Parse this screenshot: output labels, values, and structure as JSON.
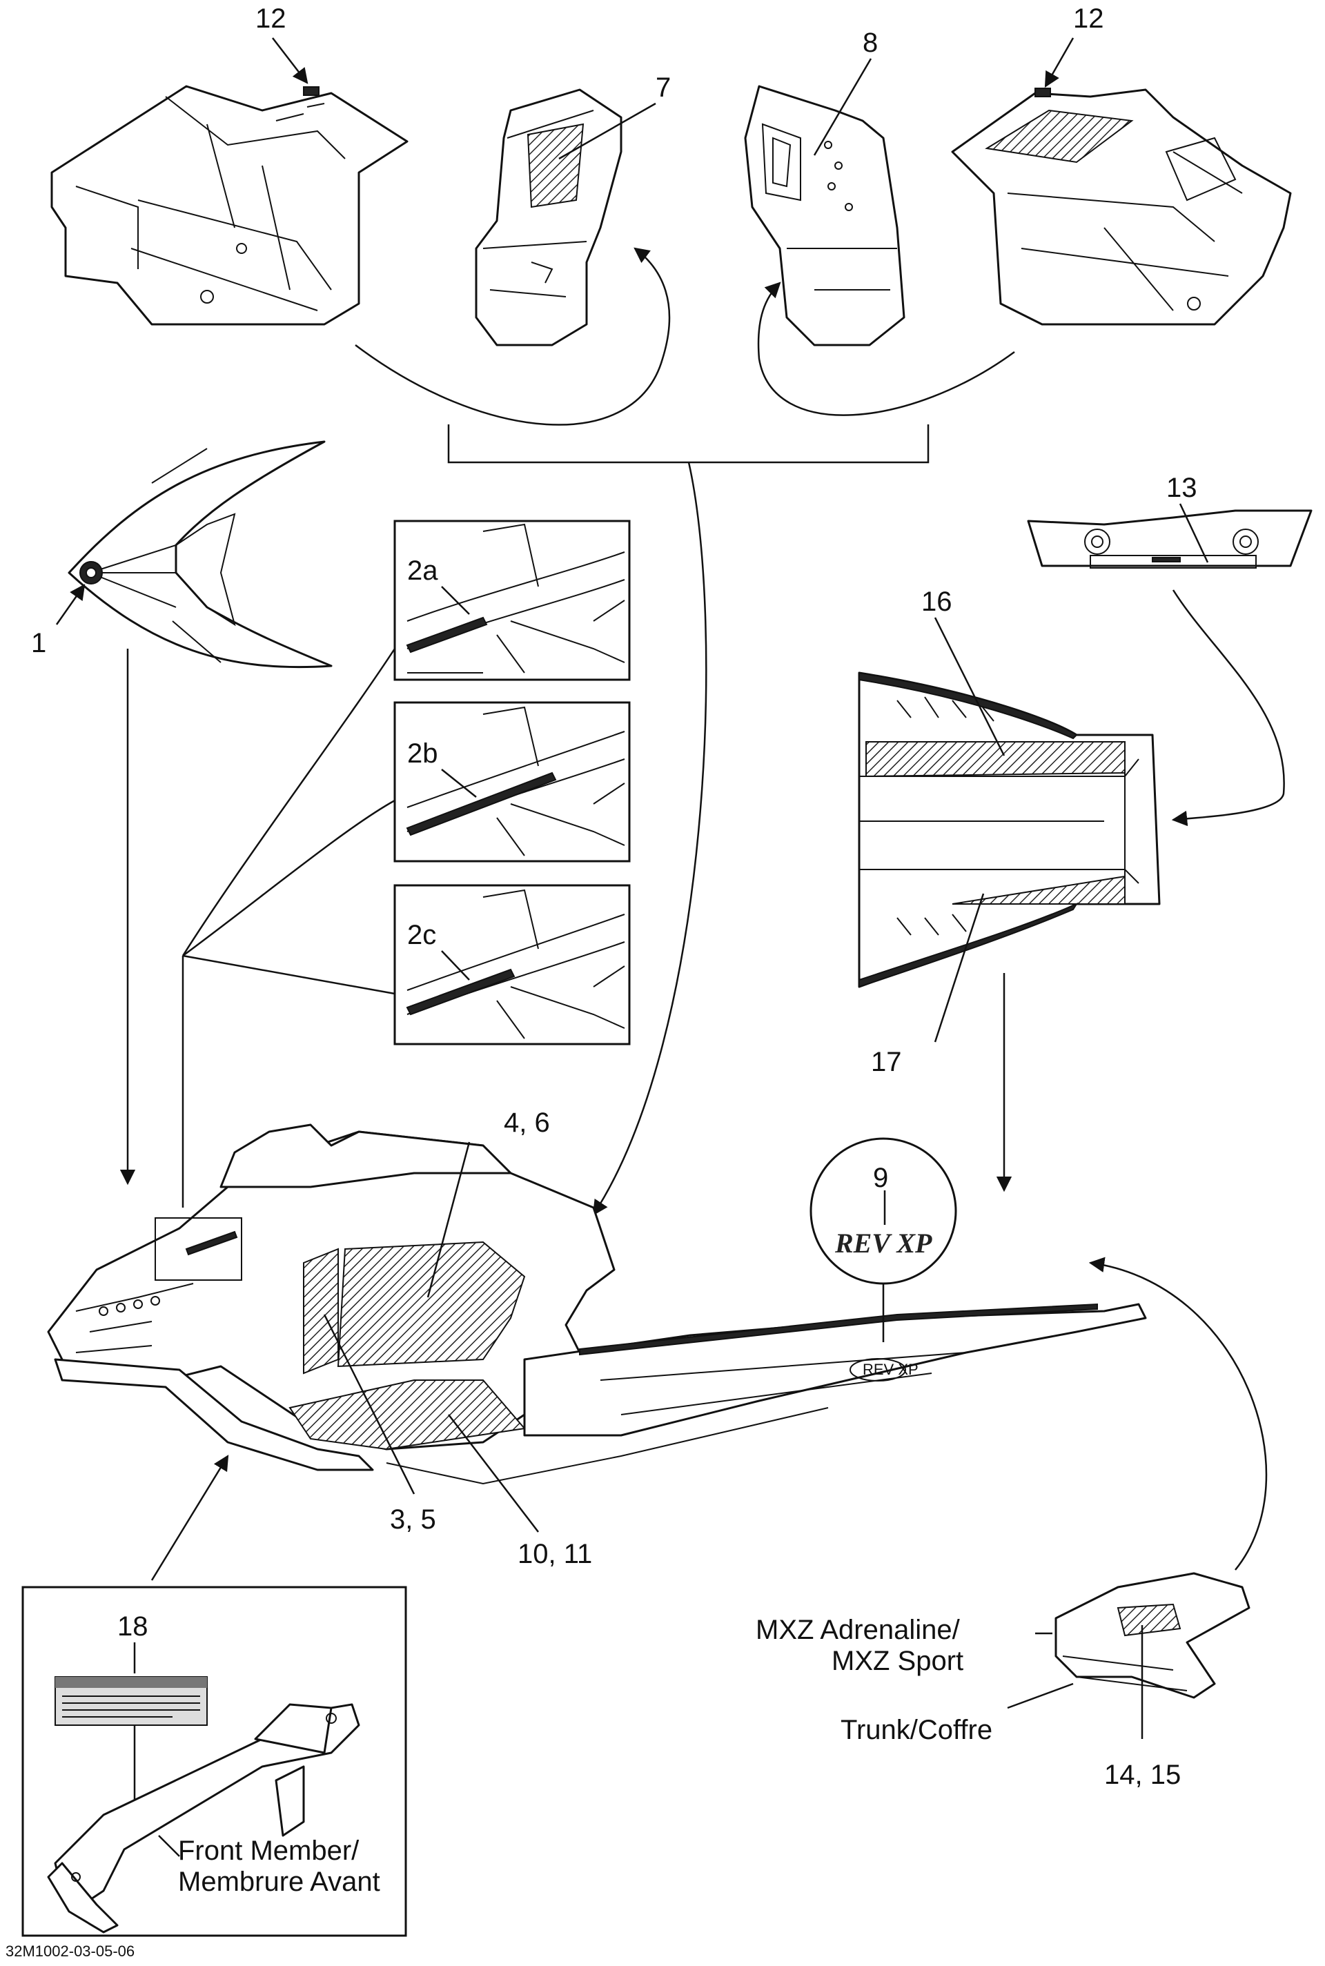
{
  "callouts": {
    "c12_left": "12",
    "c7": "7",
    "c8": "8",
    "c12_right": "12",
    "c13": "13",
    "c1": "1",
    "c2a": "2a",
    "c2b": "2b",
    "c2c": "2c",
    "c16": "16",
    "c17": "17",
    "c4_6": "4, 6",
    "c9": "9",
    "c3_5": "3, 5",
    "c10_11": "10, 11",
    "c18": "18",
    "c14_15": "14, 15"
  },
  "labels": {
    "mxz_line1": "MXZ Adrenaline/",
    "mxz_line2": "MXZ Sport",
    "trunk": "Trunk/Coffre",
    "front_member_line1": "Front Member/",
    "front_member_line2": "Membrure Avant"
  },
  "logo_text": {
    "rev_xp": "REV XP"
  },
  "figure_code": "32M1002-03-05-06"
}
